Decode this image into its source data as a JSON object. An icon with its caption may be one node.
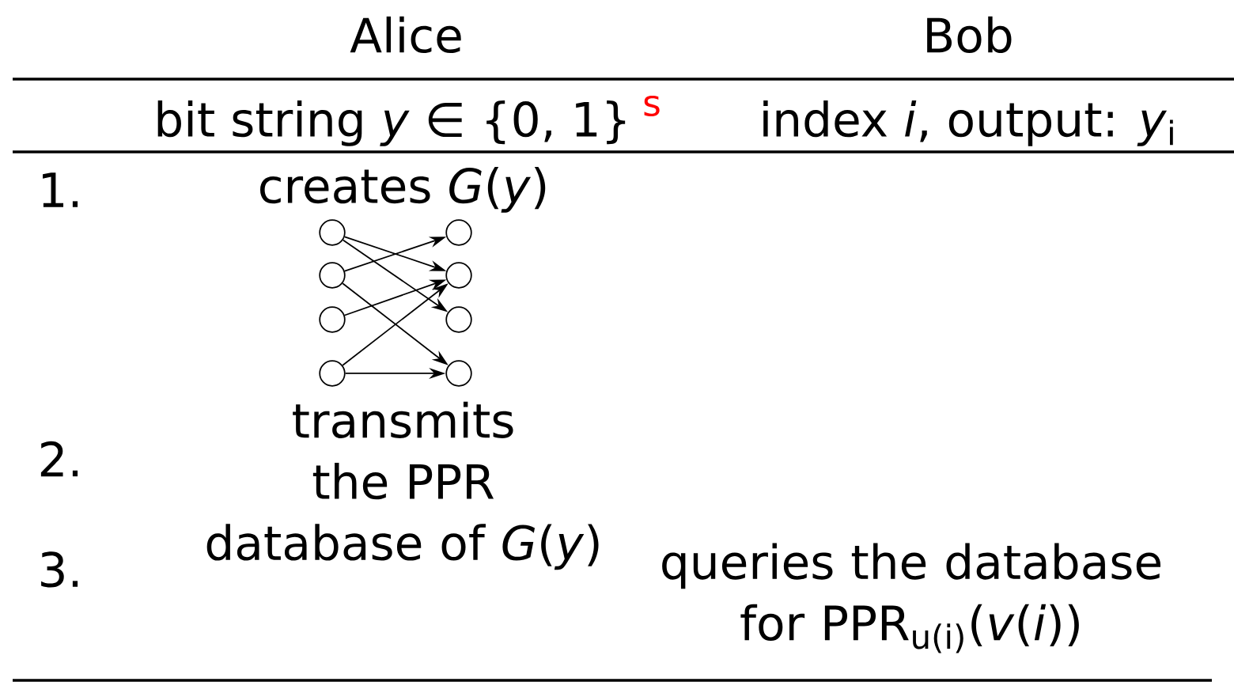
{
  "diagram": {
    "nodes": [
      {
        "text": [],
        "shape": "circle"
      },
      {
        "text": [],
        "shape": "circle"
      },
      {
        "text": [],
        "shape": "circle"
      },
      {
        "text": [],
        "shape": "circle"
      },
      {
        "text": [],
        "shape": "circle"
      },
      {
        "text": [],
        "shape": "circle"
      },
      {
        "text": [],
        "shape": "circle"
      },
      {
        "text": [],
        "shape": "circle"
      }
    ],
    "edges": [
      {
        "from": 0,
        "to": 5,
        "arrow": "to"
      },
      {
        "from": 0,
        "to": 6,
        "arrow": "to"
      },
      {
        "from": 1,
        "to": 4,
        "arrow": "to"
      },
      {
        "from": 1,
        "to": 7,
        "arrow": "to"
      },
      {
        "from": 2,
        "to": 5,
        "arrow": "to"
      },
      {
        "from": 3,
        "to": 5,
        "arrow": "to"
      },
      {
        "from": 3,
        "to": 7,
        "arrow": "to"
      }
    ],
    "labels": [
      "Alice",
      "Bob",
      "bit string *y* ∈ {0, 1}",
      "s",
      "index *i*, output: *y*$_{i}$",
      "1.",
      "creates *G*(*y*)",
      "2.",
      "transmits the PPR database of *G*(*y*)",
      "3.",
      "queries the database for PPR$_{u(i)}$(*v*(*i*))"
    ]
  }
}
